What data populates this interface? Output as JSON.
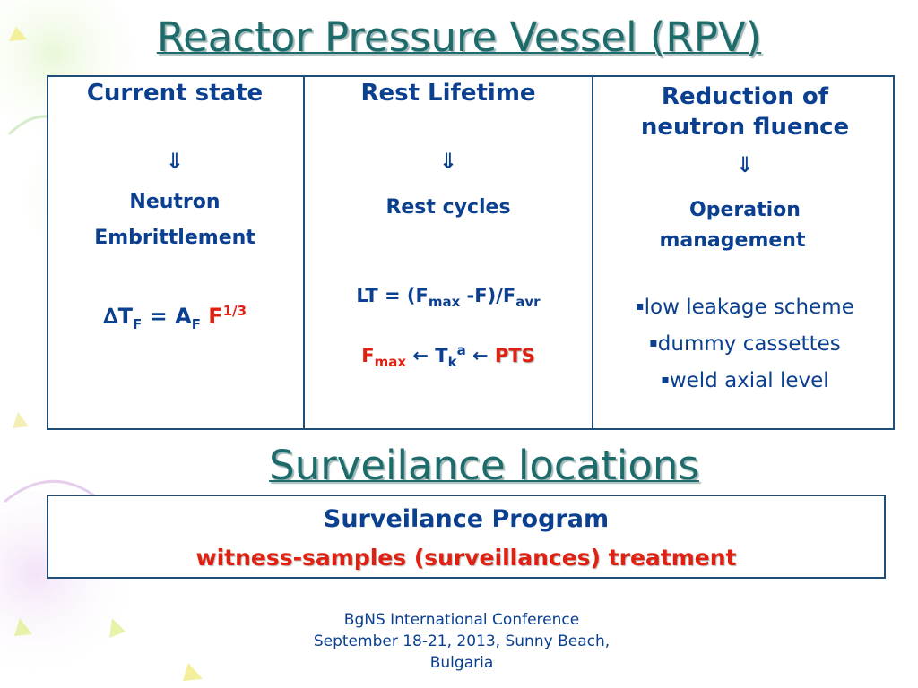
{
  "title": "Reactor Pressure Vessel (RPV)",
  "table": {
    "col1": {
      "heading": "Current state",
      "arrow": "⇓",
      "line1": "Neutron",
      "line2": "Embrittlement",
      "formula": {
        "delta": "∆",
        "t": "T",
        "t_sub": "F",
        "eq": " = A",
        "a_sub": "F",
        "f": " F",
        "f_sup": "1/3"
      }
    },
    "col2": {
      "heading": "Rest Lifetime",
      "arrow": "⇓",
      "line1": "Rest cycles",
      "lt": {
        "a": "LT = (F",
        "a_sub": "max",
        "b": " -F)/F",
        "b_sub": "avr"
      },
      "fmax": {
        "f": "F",
        "f_sub": "max",
        "arrow1": " ← ",
        "t": "T",
        "t_sub": "k",
        "t_sup": "a",
        "arrow2": " ← ",
        "pts": "PTS"
      }
    },
    "col3": {
      "heading1": "Reduction of",
      "heading2": "neutron fluence",
      "arrow": "⇓",
      "line1": "Operation",
      "line2": "management",
      "bullet_marker": "▪",
      "bullets": [
        "low leakage scheme",
        "dummy cassettes",
        "weld axial level"
      ]
    }
  },
  "surveillance_title": "Surveilance locations",
  "program": {
    "title": "Surveilance Program",
    "subtitle": "witness-samples (surveillances) treatment"
  },
  "footer": {
    "line1": "BgNS International Conference",
    "line2": "September 18-21, 2013, Sunny Beach,",
    "line3": "Bulgaria"
  },
  "colors": {
    "title": "#1d6b6b",
    "text": "#0b3f8f",
    "accent": "#e02010",
    "border": "#1f4e79"
  }
}
